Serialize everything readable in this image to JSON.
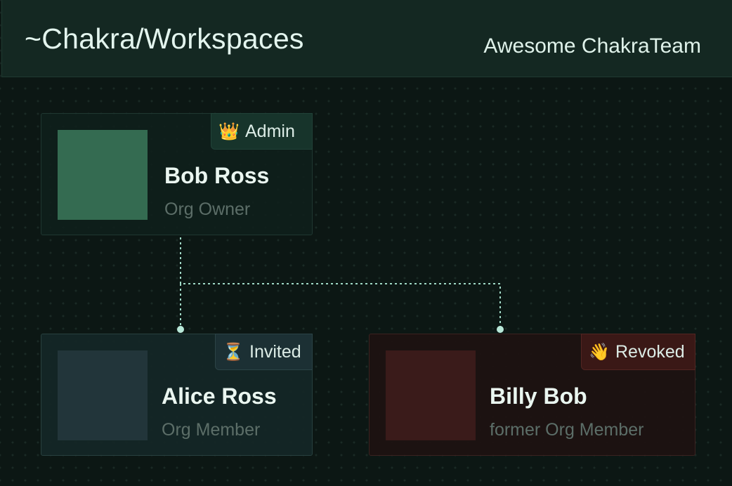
{
  "header": {
    "title": "~Chakra/Workspaces",
    "team_name": "Awesome ChakraTeam"
  },
  "members": {
    "owner": {
      "name": "Bob Ross",
      "role": "Org Owner",
      "badge_icon": "👑",
      "badge_label": "Admin",
      "avatar_color": "#346b51"
    },
    "invited": {
      "name": "Alice Ross",
      "role": "Org Member",
      "badge_icon": "⏳",
      "badge_label": "Invited",
      "avatar_color": "#22353a"
    },
    "revoked": {
      "name": "Billy Bob",
      "role": "former Org Member",
      "badge_icon": "👋",
      "badge_label": "Revoked",
      "avatar_color": "#3a1b1a"
    }
  },
  "colors": {
    "accent": "#9fd9c6",
    "background": "#0c1714",
    "header": "#142822"
  }
}
